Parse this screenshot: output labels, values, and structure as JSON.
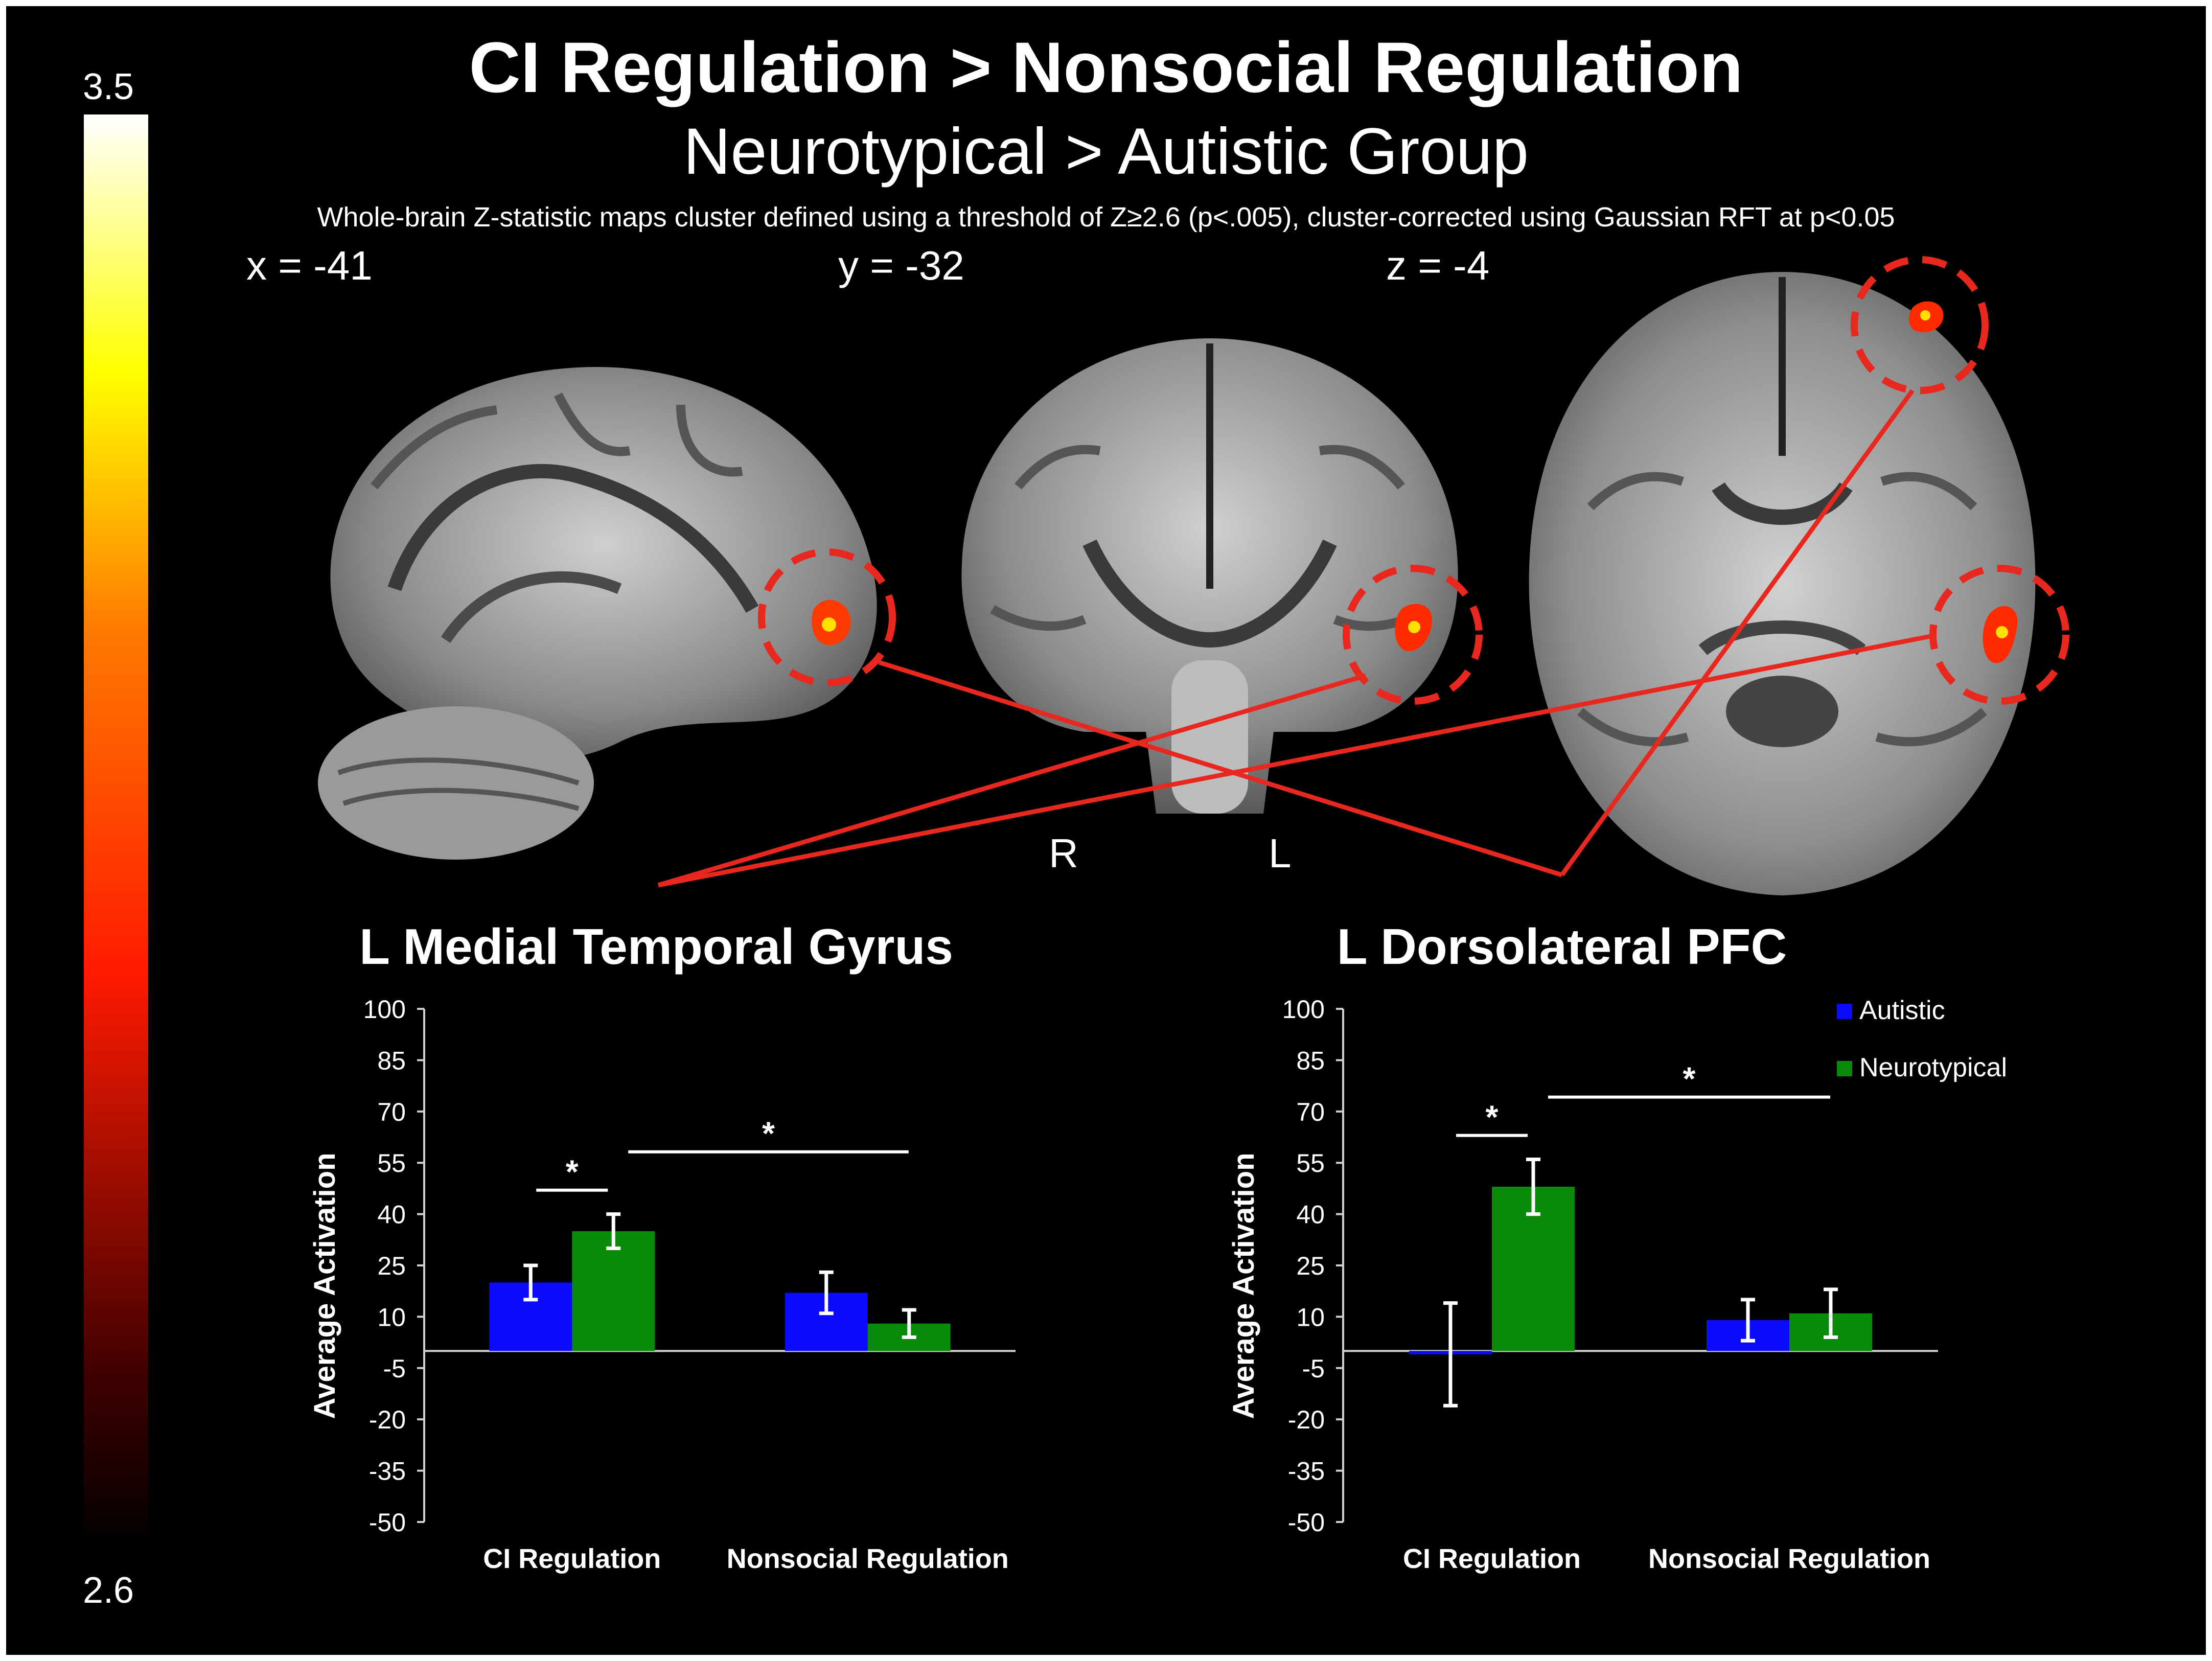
{
  "header": {
    "title": "CI Regulation > Nonsocial Regulation",
    "subtitle": "Neurotypical > Autistic Group",
    "caption": "Whole-brain Z-statistic maps cluster defined using a threshold of Z≥2.6 (p<.005), cluster-corrected using Gaussian RFT at p<0.05"
  },
  "colorbar": {
    "max_label": "3.5",
    "min_label": "2.6",
    "colors": [
      "#ffffff",
      "#ffff00",
      "#ff7a00",
      "#ff1a00",
      "#400000",
      "#000000"
    ]
  },
  "slices": {
    "sagittal": "x = -41",
    "coronal": "y = -32",
    "axial": "z = -4",
    "orientation": {
      "right": "R",
      "left": "L"
    }
  },
  "colors": {
    "autistic": "#0a0aff",
    "neurotypical": "#0a8a0a",
    "highlight": "#e8281e",
    "background": "#000000"
  },
  "chart_data": [
    {
      "type": "bar",
      "title": "L Medial Temporal Gyrus",
      "ylabel": "Average Activation",
      "xlabel": "",
      "ylim": [
        -50,
        100
      ],
      "yticks": [
        100,
        85,
        70,
        55,
        40,
        25,
        10,
        -5,
        -20,
        -35,
        -50
      ],
      "categories": [
        "CI Regulation",
        "Nonsocial Regulation"
      ],
      "series": [
        {
          "name": "Autistic",
          "values": [
            20,
            17
          ],
          "error": [
            5,
            6
          ]
        },
        {
          "name": "Neurotypical",
          "values": [
            35,
            8
          ],
          "error": [
            5,
            4
          ]
        }
      ],
      "significance": [
        "*",
        "*"
      ]
    },
    {
      "type": "bar",
      "title": "L Dorsolateral PFC",
      "ylabel": "Average Activation",
      "xlabel": "",
      "ylim": [
        -50,
        100
      ],
      "yticks": [
        100,
        85,
        70,
        55,
        40,
        25,
        10,
        -5,
        -20,
        -35,
        -50
      ],
      "categories": [
        "CI Regulation",
        "Nonsocial Regulation"
      ],
      "series": [
        {
          "name": "Autistic",
          "values": [
            -1,
            9
          ],
          "error": [
            15,
            6
          ]
        },
        {
          "name": "Neurotypical",
          "values": [
            48,
            11
          ],
          "error": [
            8,
            7
          ]
        }
      ],
      "legend": {
        "position": "top-right"
      },
      "significance": [
        "*",
        "*"
      ]
    }
  ]
}
